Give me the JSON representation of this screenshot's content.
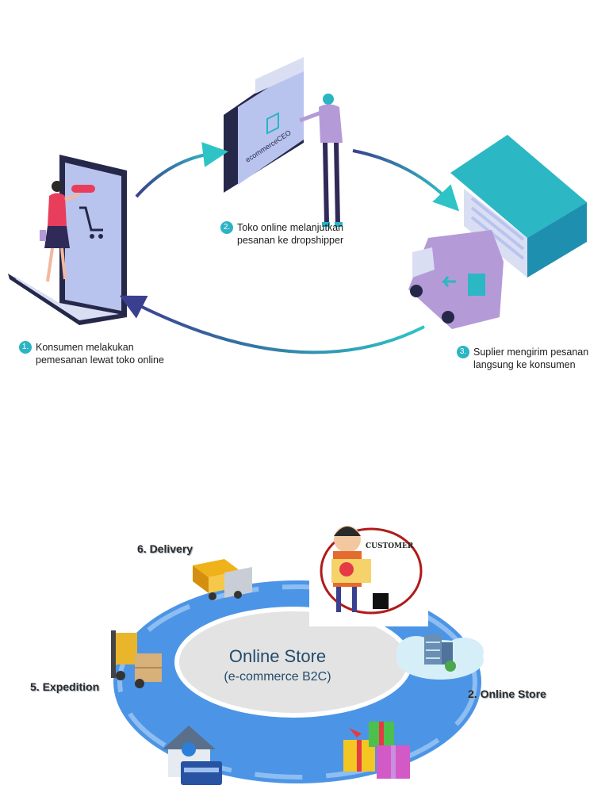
{
  "top_diagram": {
    "steps": [
      {
        "number": "1.",
        "line1": "Konsumen melakukan",
        "line2": "pemesanan lewat toko online"
      },
      {
        "number": "2.",
        "line1": "Toko online melanjutkan",
        "line2": "pesanan ke dropshipper"
      },
      {
        "number": "3.",
        "line1": "Suplier mengirim pesanan",
        "line2": "langsung ke konsumen"
      }
    ],
    "screen_brand": "ecommerceCEO",
    "colors": {
      "arrow_start": "#3a3f8f",
      "arrow_end": "#2ec4c6",
      "screen": "#b9c4ee",
      "house": "#2bb7c4",
      "van": "#b59ad8"
    }
  },
  "bottom_diagram": {
    "center_title": "Online Store",
    "center_subtitle": "(e-commerce B2C)",
    "labels": {
      "delivery": "6. Delivery",
      "expedition": "5. Expedition",
      "online_store": "2. Online Store"
    },
    "customer_label": "CUSTOMER",
    "colors": {
      "ring": "#4c95e6",
      "ring_light": "#8ebdf2",
      "center": "#e3e3e3",
      "title": "#234b6b"
    }
  }
}
